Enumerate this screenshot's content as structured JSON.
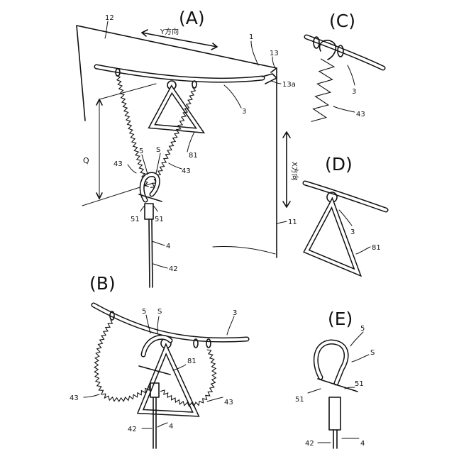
{
  "panels": {
    "a": "(A)",
    "b": "(B)",
    "c": "(C)",
    "d": "(D)",
    "e": "(E)"
  },
  "labels": {
    "n1": "1",
    "n3": "3",
    "n4": "4",
    "n5": "5",
    "n11": "11",
    "n12": "12",
    "n13": "13",
    "n13a": "13a",
    "n42": "42",
    "n43": "43",
    "n51": "51",
    "n81": "81",
    "s": "S",
    "q": "Q",
    "y_dir": "Y方向",
    "x_dir": "X方向"
  }
}
